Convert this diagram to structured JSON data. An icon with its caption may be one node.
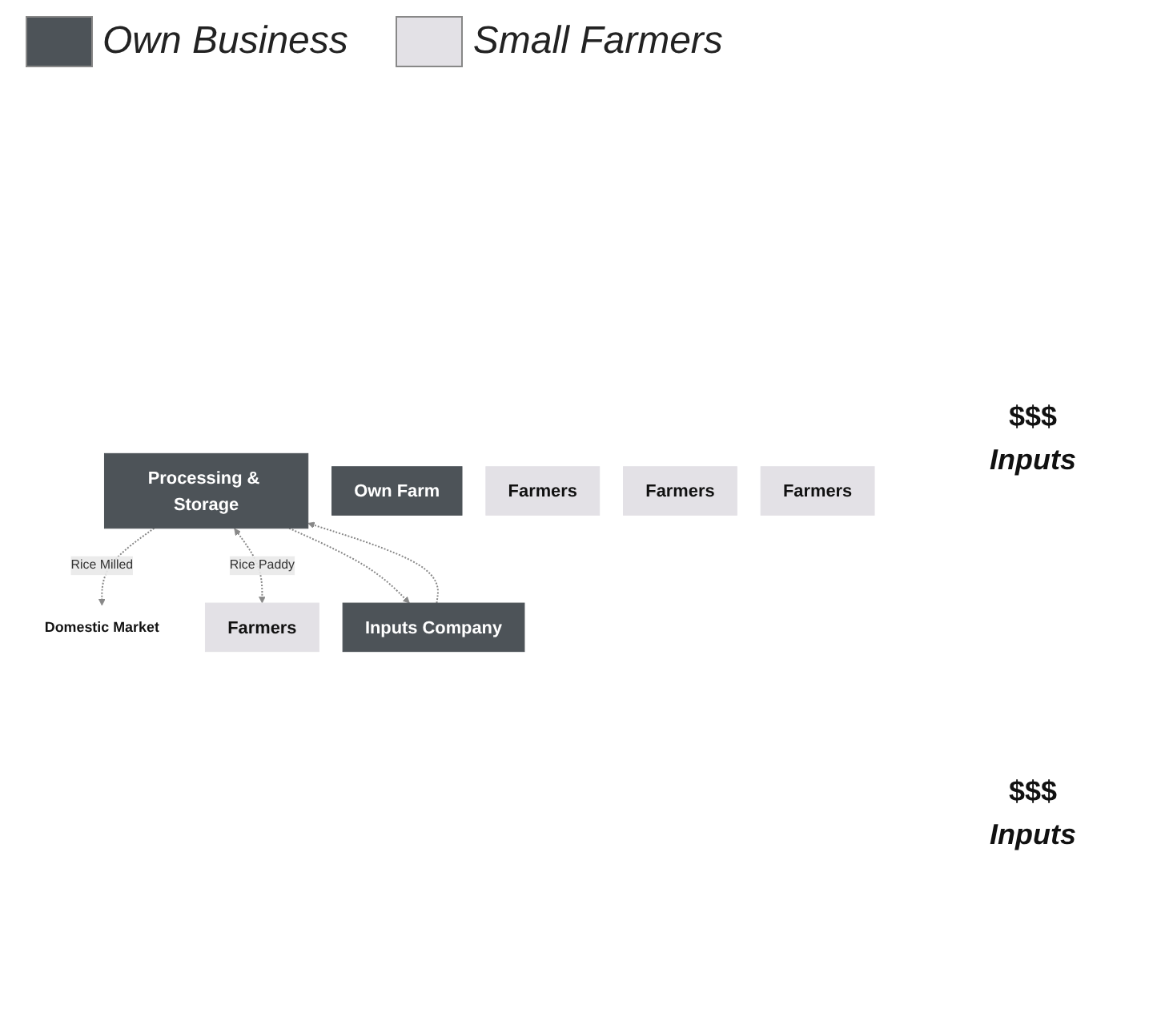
{
  "diagram": {
    "nodes": [
      {
        "text": [
          "Domestic Market"
        ]
      },
      {
        "text": [
          "Processing & Storage"
        ]
      },
      {
        "text": [
          "Own Farm"
        ]
      },
      {
        "text": [
          "Farmers"
        ]
      },
      {
        "text": [
          "Farmers"
        ]
      },
      {
        "text": [
          "Farmers"
        ]
      },
      {
        "text": [
          "Farmers"
        ]
      },
      {
        "text": [
          "Inputs Company"
        ]
      }
    ],
    "edges": [
      {
        "from": 1,
        "to": 0,
        "arrow": "to",
        "label": "Rice Milled",
        "style": "dashed"
      },
      {
        "from": 1,
        "to": 3,
        "arrow": "both",
        "label": "Rice Paddy",
        "style": "dashed"
      },
      {
        "from": 1,
        "to": 7,
        "arrow": "to",
        "style": "dashed"
      },
      {
        "from": 7,
        "to": 1,
        "arrow": "to",
        "style": "dashed"
      }
    ],
    "labels": [
      "$$$",
      "Inputs",
      "$$$",
      "Inputs"
    ],
    "legend": [
      {
        "text": "Own Business",
        "color": "#4d5358"
      },
      {
        "text": "Small Farmers",
        "color": "#e3e1e6"
      }
    ]
  }
}
